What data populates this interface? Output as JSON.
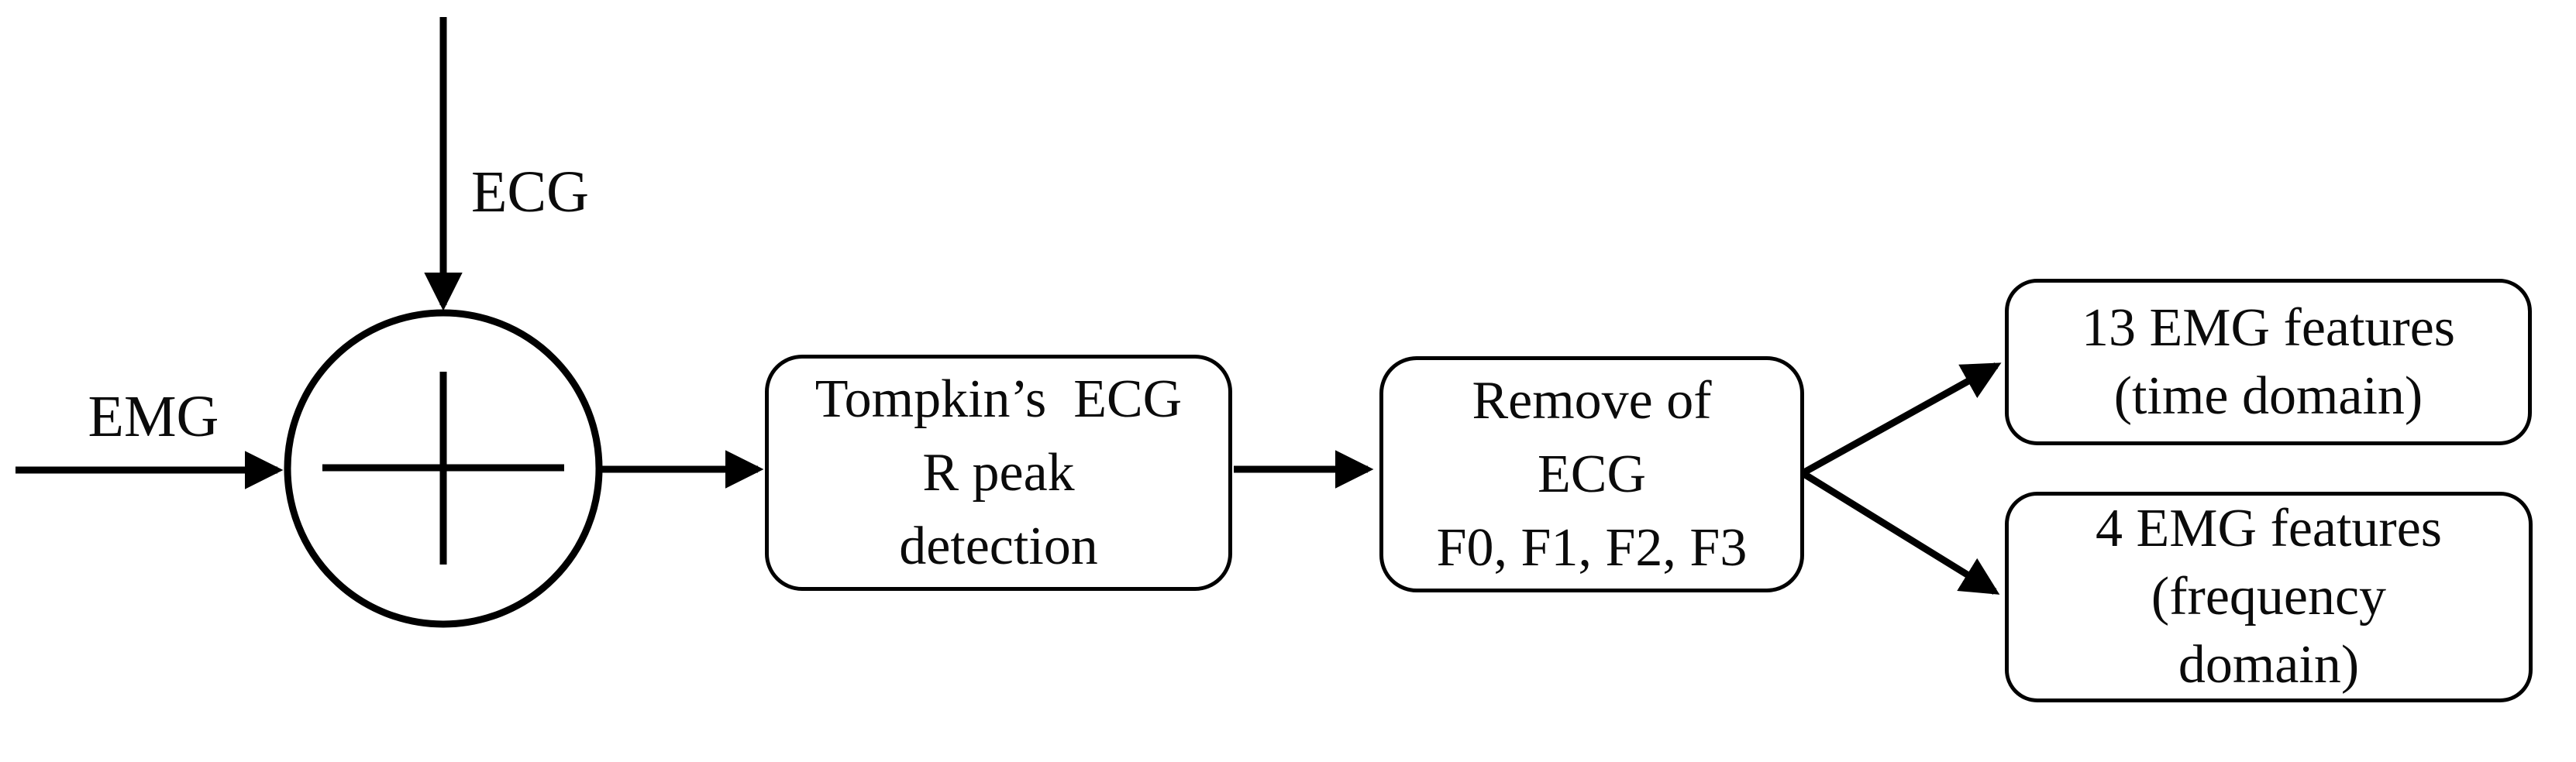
{
  "diagram": {
    "background_color": "#ffffff",
    "stroke_color": "#000000",
    "text_color": "#0b0b0b",
    "inputs": {
      "emg_label": "EMG",
      "ecg_label": "ECG"
    },
    "junction": {
      "icon": "plus-icon",
      "symbol": "+"
    },
    "boxes": {
      "rpeak": {
        "lines": [
          "Tompkin’s  ECG",
          "R peak",
          "detection"
        ]
      },
      "remove": {
        "lines": [
          "Remove of",
          "ECG",
          "F0, F1, F2, F3"
        ]
      },
      "time": {
        "lines": [
          "13 EMG features",
          "(time domain)"
        ]
      },
      "freq": {
        "lines": [
          "4 EMG features",
          "(frequency",
          "domain)"
        ]
      }
    }
  }
}
